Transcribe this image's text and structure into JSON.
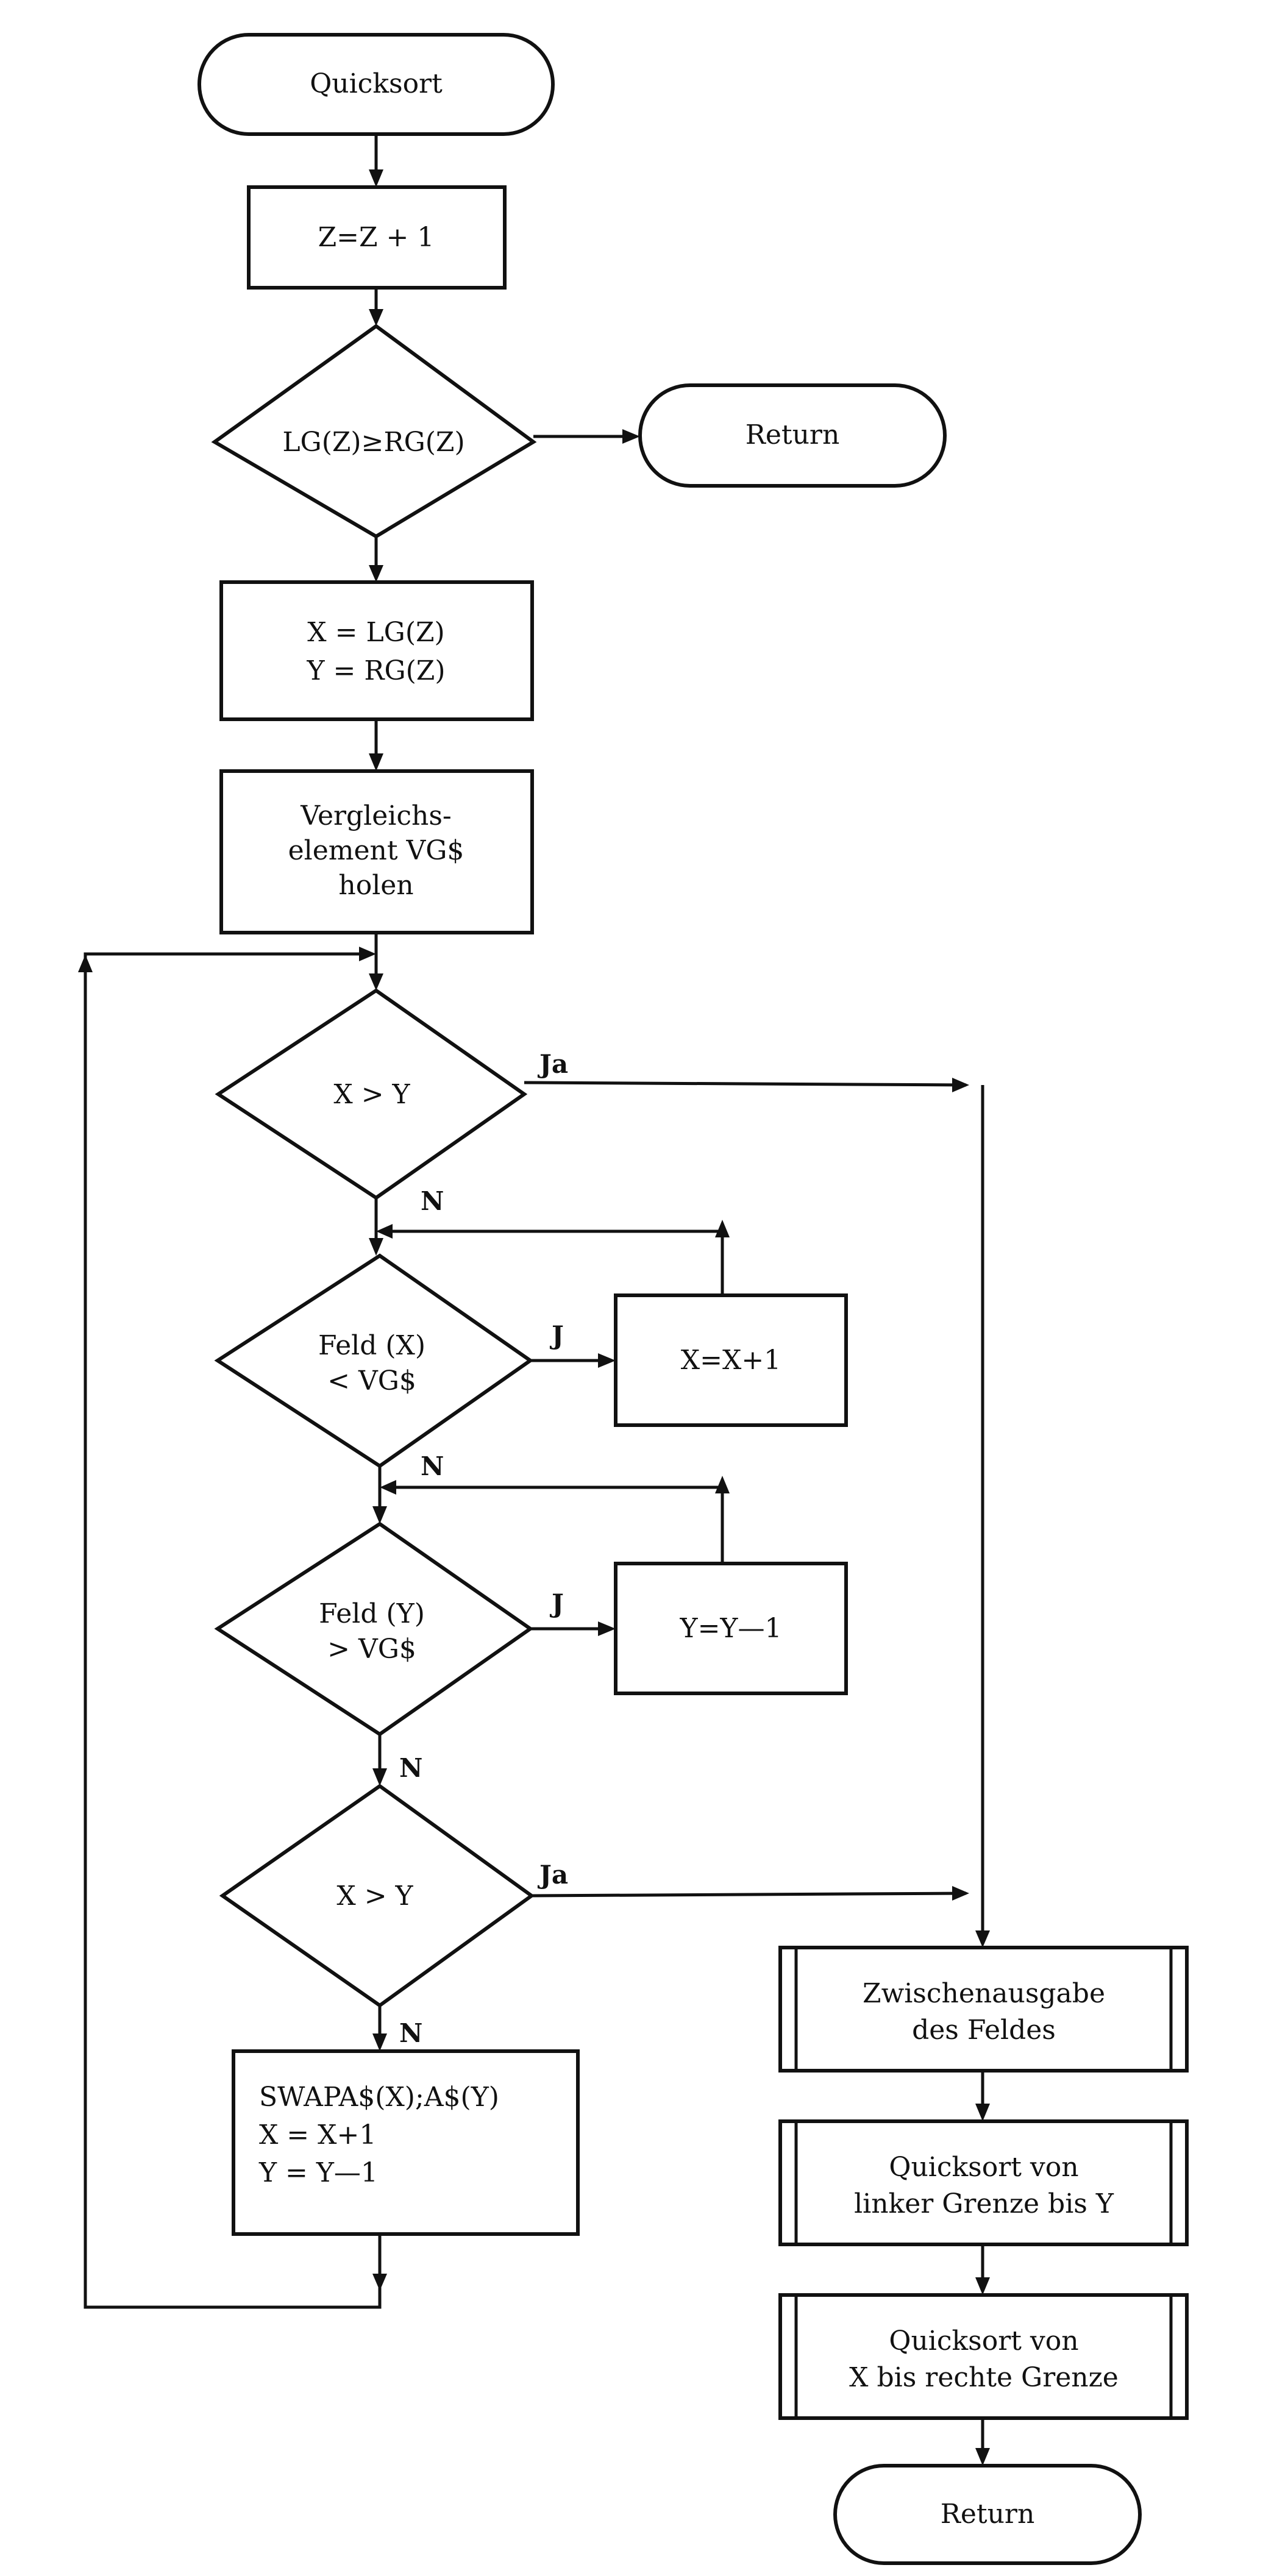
{
  "nodes": {
    "start": "Quicksort",
    "increment": "Z=Z + 1",
    "check_bounds": "LG(Z)≥RG(Z)",
    "return_1": "Return",
    "init": [
      "X = LG(Z)",
      "Y = RG(Z)"
    ],
    "fetch_pivot": [
      "Vergleichs-",
      "element VG$",
      "holen"
    ],
    "check_x_gt_y_1": "X > Y",
    "check_left": [
      "Feld (X)",
      "< VG$"
    ],
    "inc_x": "X=X+1",
    "check_right": [
      "Feld (Y)",
      "> VG$"
    ],
    "dec_y": "Y=Y—1",
    "check_x_gt_y_2": "X > Y",
    "swap": [
      "SWAPA$(X);A$(Y)",
      "X = X+1",
      "Y = Y—1"
    ],
    "intermediate_output": [
      "Zwischenausgabe",
      "des Feldes"
    ],
    "sort_left": [
      "Quicksort von",
      "linker Grenze bis Y"
    ],
    "sort_right": [
      "Quicksort von",
      "X bis rechte Grenze"
    ],
    "return_2": "Return"
  },
  "edge_labels": {
    "yes_1": "Ja",
    "no_1": "N",
    "yes_left": "J",
    "no_left": "N",
    "yes_right": "J",
    "no_right": "N",
    "yes_2": "Ja",
    "no_2": "N"
  }
}
